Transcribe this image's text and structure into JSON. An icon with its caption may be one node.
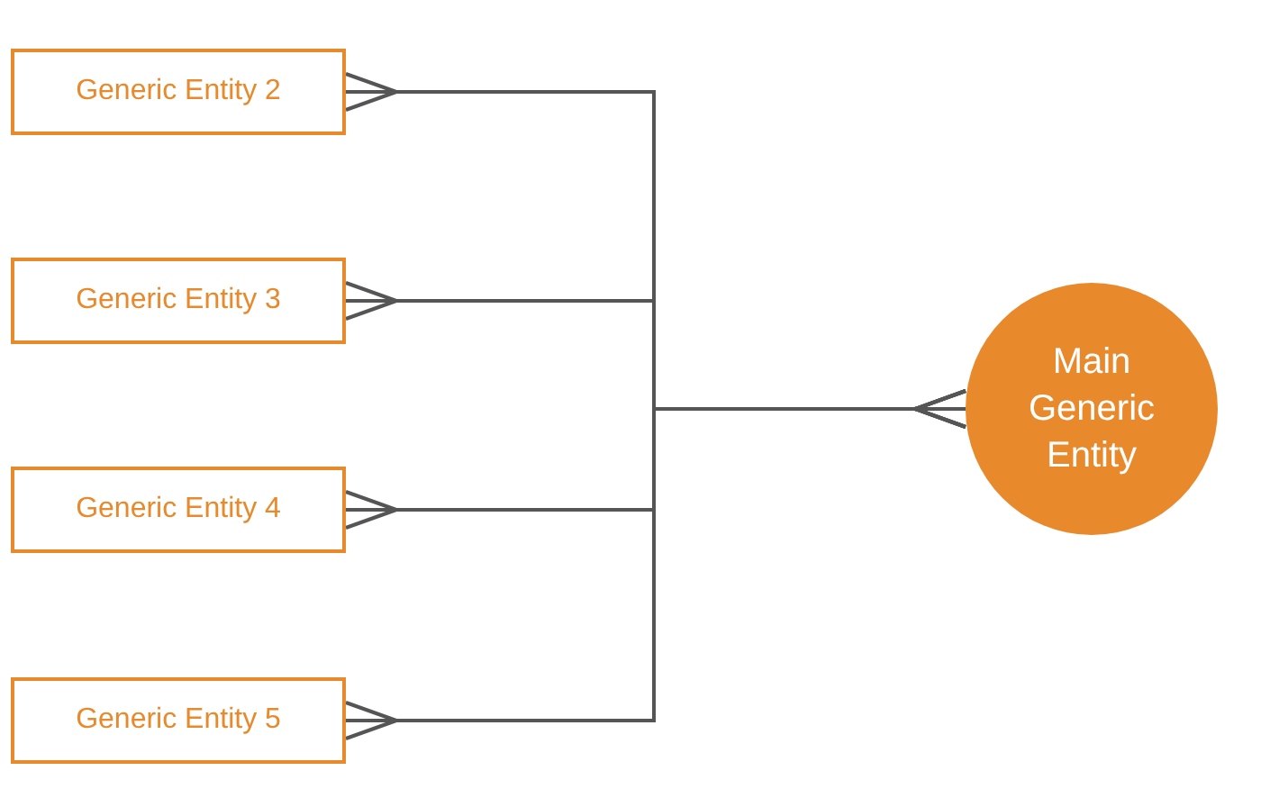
{
  "diagram": {
    "nodes": [
      {
        "text": [
          "Generic Entity 2"
        ]
      },
      {
        "text": [
          "Generic Entity 3"
        ]
      },
      {
        "text": [
          "Generic Entity 4"
        ]
      },
      {
        "text": [
          "Generic Entity 5"
        ]
      },
      {
        "text": [
          "Main Generic Entity"
        ]
      }
    ],
    "edges": [
      {
        "from": 0,
        "to": 4,
        "arrow": "other"
      },
      {
        "from": 1,
        "to": 4,
        "arrow": "other"
      },
      {
        "from": 2,
        "to": 4,
        "arrow": "other"
      },
      {
        "from": 3,
        "to": 4,
        "arrow": "other"
      }
    ]
  }
}
